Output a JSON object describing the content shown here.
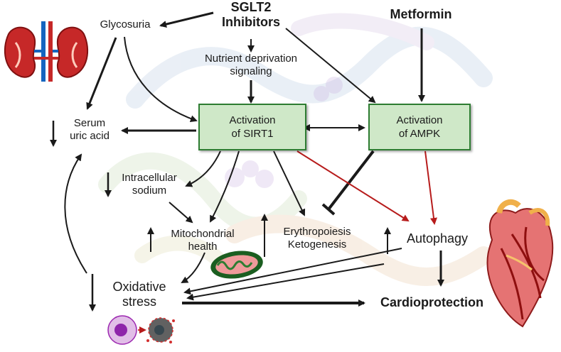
{
  "nodes": {
    "sglt2": "SGLT2\nInhibitors",
    "metformin": "Metformin",
    "glycosuria": "Glycosuria",
    "nutrient": "Nutrient deprivation\nsignaling",
    "sirt1": "Activation\nof SIRT1",
    "ampk": "Activation\nof AMPK",
    "uric": "Serum\nuric acid",
    "sodium": "Intracellular\nsodium",
    "mito": "Mitochondrial\nhealth",
    "erythro": "Erythropoiesis\nKetogenesis",
    "autophagy": "Autophagy",
    "oxidative": "Oxidative\nstress",
    "cardio": "Cardioprotection"
  },
  "colors": {
    "box_fill": "#cfe8c8",
    "box_border": "#2e7d32",
    "arrow": "#1a1a1a",
    "red_arrow": "#b71c1c"
  },
  "icons": [
    "kidney-icon",
    "heart-icon",
    "mitochondrion-icon",
    "cell-icon"
  ]
}
